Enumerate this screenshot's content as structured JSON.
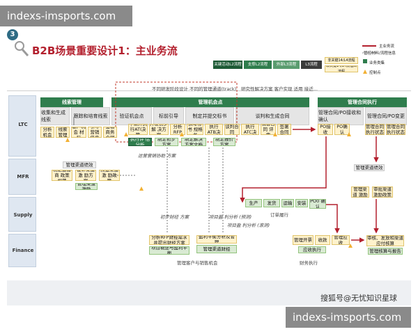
{
  "watermarks": {
    "top": "indexs-imsports.com",
    "bottom": "indexs-imsports.com"
  },
  "slide": {
    "number": "3",
    "title": "B2B场景重要设计1：主业务流",
    "signature": "搜狐号@无忧知识星球"
  },
  "legend": {
    "main_flow": "主业务流",
    "mgmt_flow": "管控材料/流程信息",
    "business_flow": "业务类集",
    "control_point": "控制点",
    "stages": [
      "关键活动L2流程",
      "支撑L2流程",
      "外部L3流程",
      "L3流程"
    ],
    "notes": [
      "非关键14/L4流程",
      "非关键14/L4流程口流程"
    ]
  },
  "lanes": [
    "LTC",
    "MFR",
    "Supply",
    "Finance"
  ],
  "top_bands": [
    "线索管理",
    "管理机会点",
    "管理合同执行"
  ],
  "chevrons": [
    "收集和生成线索",
    "跟踪和培育线索",
    "验证机会点",
    "标前引导",
    "制定并提交标书",
    "谈判和生成合同",
    "管理合同/PO接收和确认",
    "管理合同/PO变更"
  ],
  "notes": {
    "dashed_top": "不同研发阶段设计 不同的管理通道(track)",
    "right_top": "研究性解决方案 客户实现 适用 接近...",
    "offer_note": "运营营销协助 方案",
    "solution_note": "初步财经 方案",
    "pricing_note": "项目盈 利分析 (预测)",
    "pricing_note2": "项目盈 利分析 (滚测)"
  },
  "ltc_tasks": [
    "分析机会",
    "线索管理",
    "客户机会 材料",
    "引导营销 信息",
    "签署 商务合同",
    "申请并执 行ATI决策",
    "开发初步解 决方案",
    "分析 RFP",
    "撰写标书 规格书",
    "申请并执行 ATB决策",
    "谈判合同",
    "申请并执行 ATC决策",
    "销售合同 评审",
    "签署合同",
    "PO接收",
    "PO确认",
    "管理合同 执行状态",
    "管理合同 执行状态"
  ],
  "ltc_sub": [
    "执行评 估分析",
    "制定初步 方案",
    "制定解决 方案文档",
    "制定报价 方案"
  ],
  "mfr": [
    "管理渠道绩效",
    "制定运营商 政策规范",
    "设计渠道激 励方案",
    "预签渠道激 励政策",
    "管理渠道激励",
    "管理渠道绩效",
    "管理渠道 激励",
    "审批渠道 激励政策"
  ],
  "supply": [
    "生产",
    "发货",
    "运输",
    "安装",
    "PO0 确认",
    "订单履行"
  ],
  "finance": [
    "分析RFP财经需求 并提出财经方案",
    "盈利平衡分析及管理",
    "项目概述与盈利平衡",
    "管理渠道财经",
    "管理客户与销售机会",
    "管理开票",
    "收款",
    "管理应收",
    "应收执行",
    "审核、发放和渠道 应付核算",
    "管理核算与报告",
    "财务执行"
  ]
}
